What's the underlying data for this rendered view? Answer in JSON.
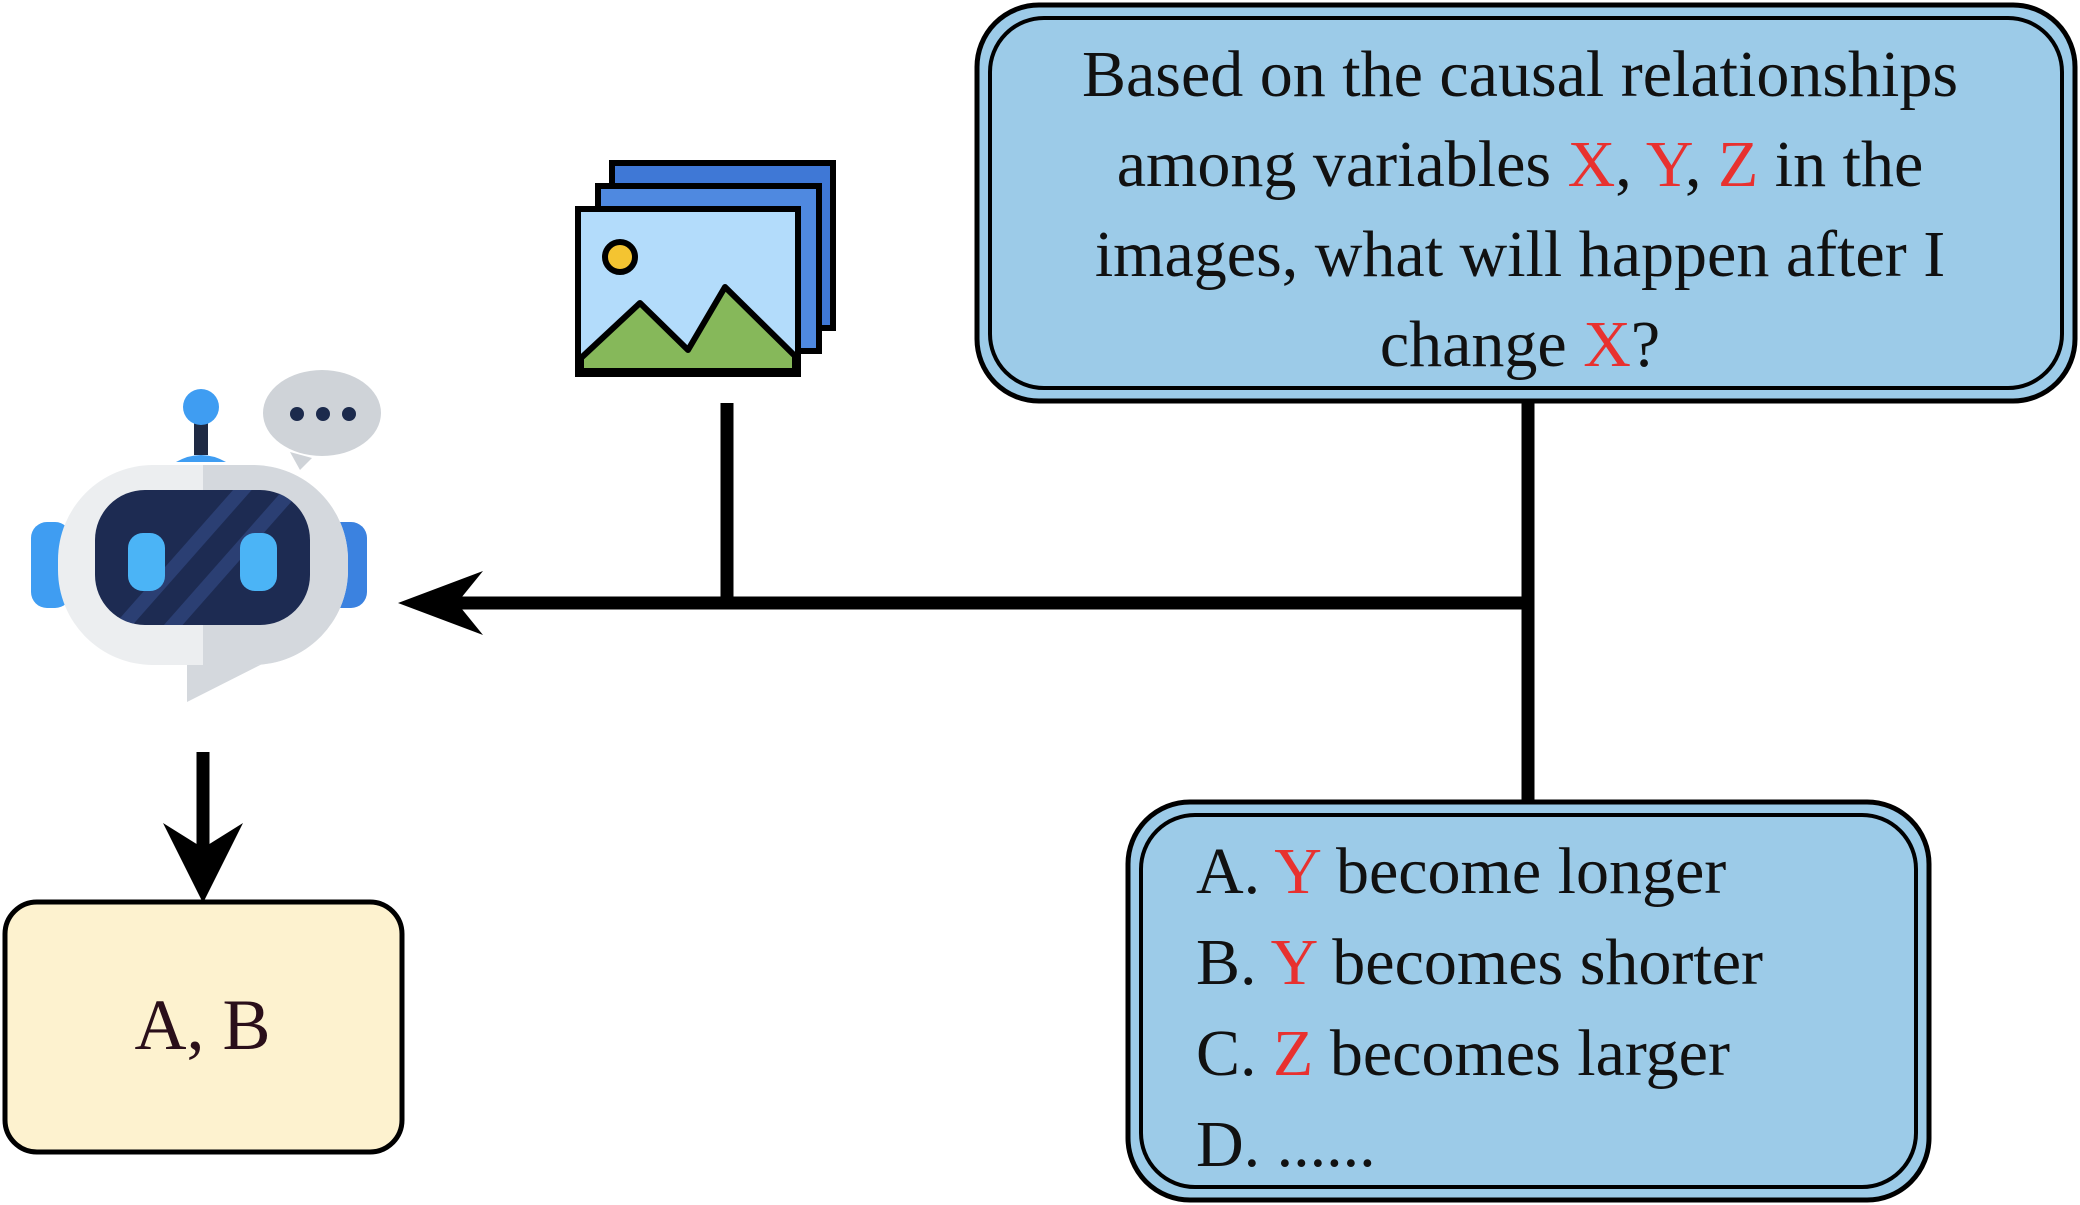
{
  "question": {
    "line1": "Based on the causal relationships",
    "line2_before": "among variables ",
    "var_x": "X",
    "sep1": ", ",
    "var_y": "Y",
    "sep2": ", ",
    "var_z": "Z",
    "line2_after": " in the",
    "line3": "images, what will happen after I",
    "line4_before": "change ",
    "line4_var": "X",
    "line4_after": "?"
  },
  "options": [
    {
      "prefix": "A. ",
      "var": "Y",
      "text": " become longer"
    },
    {
      "prefix": "B. ",
      "var": "Y",
      "text": " becomes shorter"
    },
    {
      "prefix": "C. ",
      "var": "Z",
      "text": " becomes larger"
    },
    {
      "prefix": "D. ......",
      "var": "",
      "text": ""
    }
  ],
  "answer": {
    "text": "A, B"
  },
  "icons": {
    "images": "image-stack-icon",
    "robot": "robot-icon",
    "speech": "speech-bubble-icon"
  },
  "colors": {
    "box_blue": "#9ccbe8",
    "answer_yellow": "#fdf2cf",
    "variable_red": "#e8312f",
    "line": "#000000"
  }
}
